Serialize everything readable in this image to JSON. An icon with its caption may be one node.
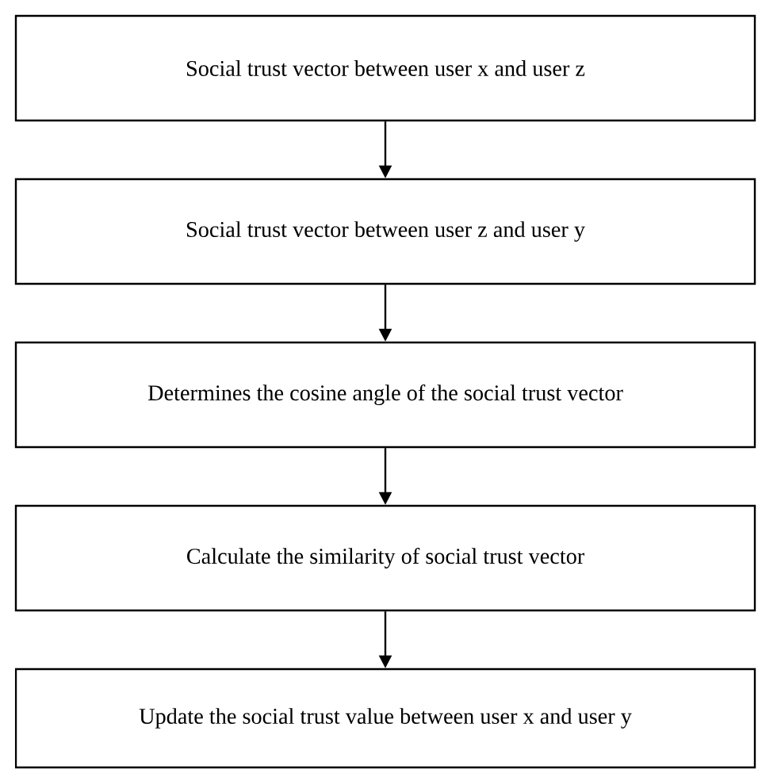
{
  "diagram": {
    "nodes": [
      {
        "text": [
          "Social trust vector between user x and user z"
        ]
      },
      {
        "text": [
          "Social trust vector between user z and user y"
        ]
      },
      {
        "text": [
          "Determines the cosine angle of the social trust vector"
        ]
      },
      {
        "text": [
          "Calculate the similarity of social trust vector"
        ]
      },
      {
        "text": [
          "Update the social trust value between user x and user y"
        ]
      }
    ],
    "edges": [
      {
        "from": 0,
        "to": 1,
        "arrow": "to"
      },
      {
        "from": 1,
        "to": 2,
        "arrow": "to"
      },
      {
        "from": 2,
        "to": 3,
        "arrow": "to"
      },
      {
        "from": 3,
        "to": 4,
        "arrow": "to"
      }
    ]
  }
}
